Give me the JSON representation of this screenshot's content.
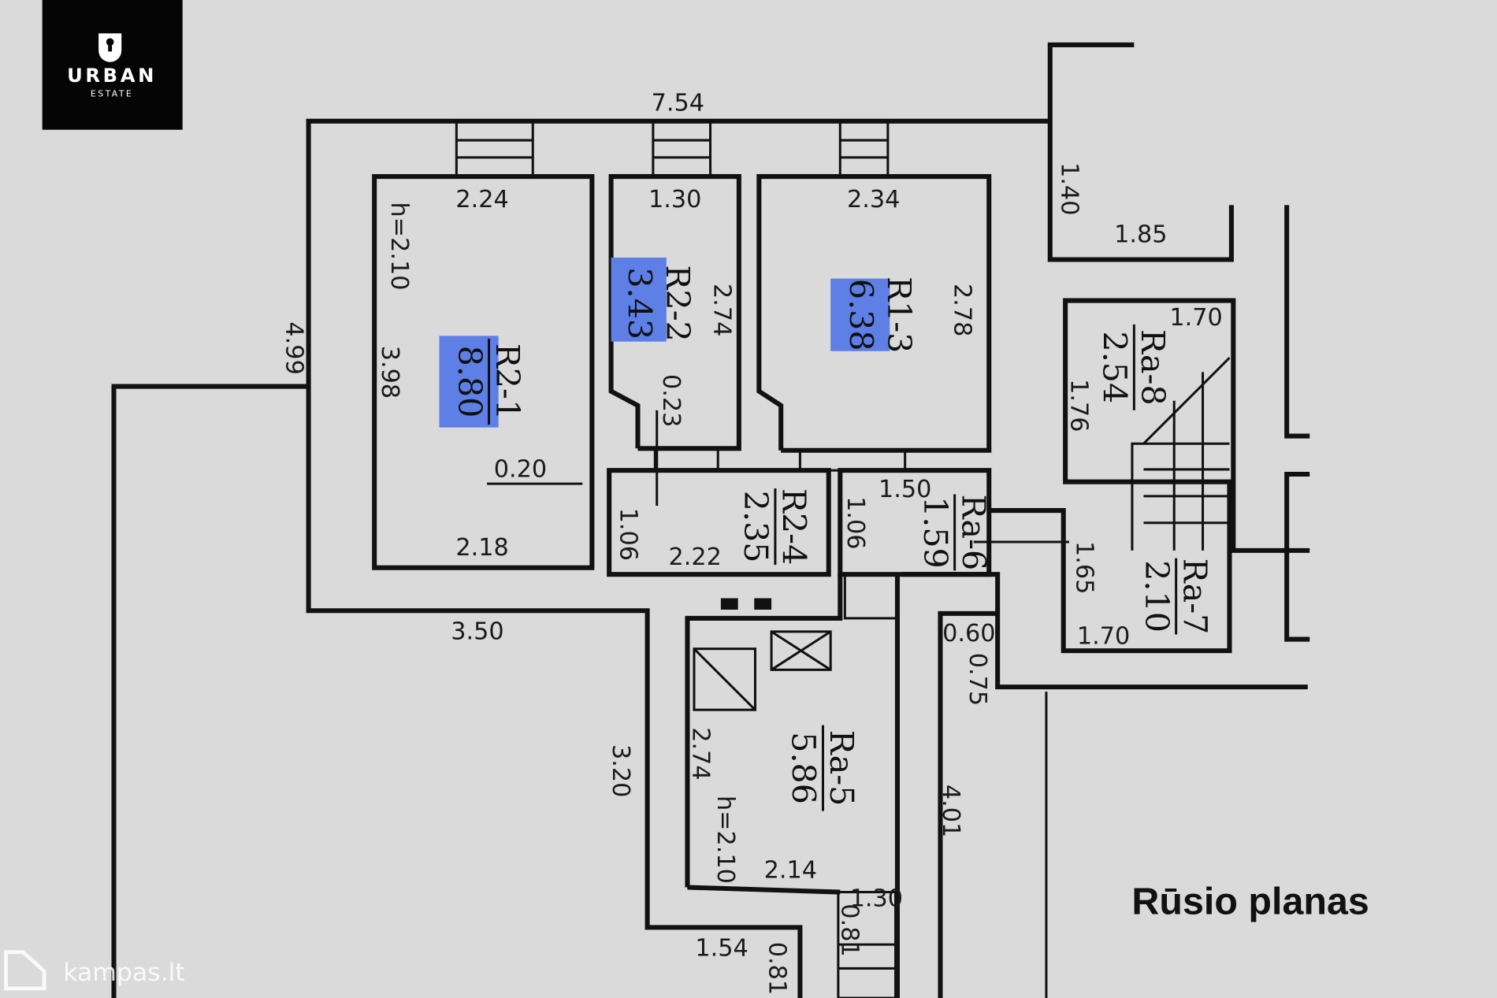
{
  "logo": {
    "brand": "URBAN",
    "sub": "ESTATE"
  },
  "watermark": {
    "text": "kampas.lt"
  },
  "plan_title": "Rūsio planas",
  "rooms": [
    {
      "id": "R2-1",
      "area": "8.80",
      "highlighted": true
    },
    {
      "id": "R2-2",
      "area": "3.43",
      "highlighted": true
    },
    {
      "id": "R1-3",
      "area": "6.38",
      "highlighted": true
    },
    {
      "id": "R2-4",
      "area": "2.35",
      "highlighted": false
    },
    {
      "id": "Ra-5",
      "area": "5.86",
      "highlighted": false
    },
    {
      "id": "Ra-6",
      "area": "1.59",
      "highlighted": false
    },
    {
      "id": "Ra-7",
      "area": "2.10",
      "highlighted": false
    },
    {
      "id": "Ra-8",
      "area": "2.54",
      "highlighted": false
    }
  ],
  "dimensions": [
    "7.54",
    "2.24",
    "1.30",
    "2.34",
    "1.40",
    "1.85",
    "4.99",
    "3.98",
    "h=2.10",
    "2.74",
    "2.78",
    "0.23",
    "0.20",
    "2.18",
    "1.06",
    "2.22",
    "1.06",
    "1.50",
    "1.70",
    "1.76",
    "1.65",
    "1.70",
    "3.50",
    "3.20",
    "2.74",
    "h=2.10",
    "2.14",
    "0.60",
    "0.75",
    "4.01",
    "1.30",
    "0.81",
    "1.54",
    "0.81"
  ],
  "colors": {
    "highlight": "#5d7fe6",
    "paper": "#d9dad9",
    "ink": "#111111"
  }
}
